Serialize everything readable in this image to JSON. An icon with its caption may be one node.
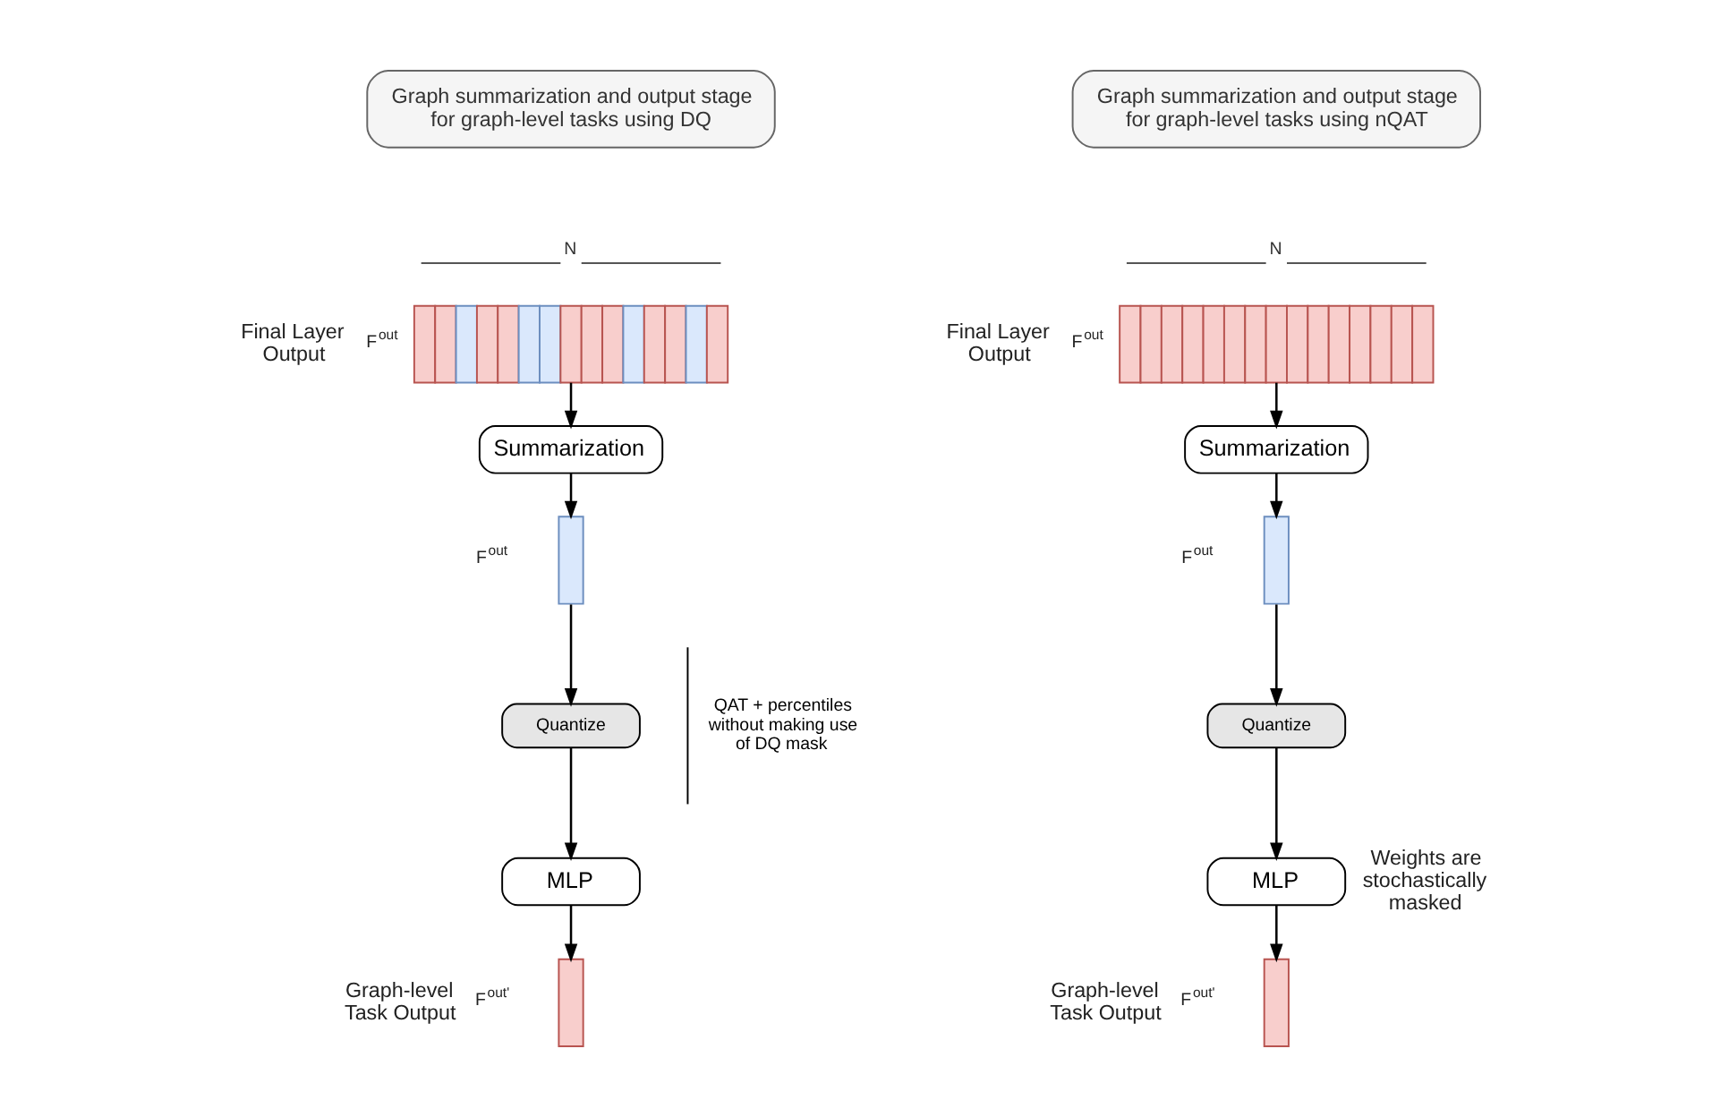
{
  "diagram": {
    "nodes": [
      {
        "text": [
          "Graph summarization and output stage for graph-level tasks using DQ"
        ]
      },
      {
        "text": [],
        "shape": "bar",
        "beside": [
          "N",
          "Final Layer Output",
          "F$^{out}$"
        ]
      },
      {
        "text": [
          "Summarization"
        ]
      },
      {
        "text": [],
        "shape": "bar",
        "beside": [
          "F$^{out}$"
        ]
      },
      {
        "text": [
          "Quantize"
        ]
      },
      {
        "text": [
          "MLP"
        ]
      },
      {
        "text": [],
        "shape": "bar",
        "beside": [
          "Graph-level Task Output",
          "F$^{out'}$"
        ]
      },
      {
        "text": [
          "Graph summarization and output stage for graph-level tasks using nQAT"
        ]
      },
      {
        "text": [],
        "shape": "bar",
        "beside": [
          "N",
          "Final Layer Output",
          "F$^{out}$"
        ]
      },
      {
        "text": [
          "Summarization"
        ]
      },
      {
        "text": [],
        "shape": "bar",
        "beside": [
          "F$^{out}$"
        ]
      },
      {
        "text": [
          "Quantize"
        ]
      },
      {
        "text": [
          "MLP"
        ],
        "beside": [
          "Weights are stochastically masked"
        ]
      },
      {
        "text": [],
        "shape": "bar",
        "beside": [
          "Graph-level Task Output",
          "F$^{out'}$"
        ]
      }
    ],
    "edges": [
      {
        "from": 1,
        "to": 2,
        "arrow": "to"
      },
      {
        "from": 2,
        "to": 3,
        "arrow": "to"
      },
      {
        "from": 3,
        "to": 4,
        "arrow": "to"
      },
      {
        "from": 4,
        "to": 5,
        "arrow": "to"
      },
      {
        "from": 5,
        "to": 6,
        "arrow": "to"
      },
      {
        "from": 8,
        "to": 9,
        "arrow": "to"
      },
      {
        "from": 9,
        "to": 10,
        "arrow": "to"
      },
      {
        "from": 10,
        "to": 11,
        "arrow": "to"
      },
      {
        "from": 11,
        "to": 12,
        "arrow": "to"
      },
      {
        "from": 12,
        "to": 13,
        "arrow": "to"
      }
    ],
    "labels": [
      "QAT + percentiles without making use of DQ mask"
    ]
  }
}
